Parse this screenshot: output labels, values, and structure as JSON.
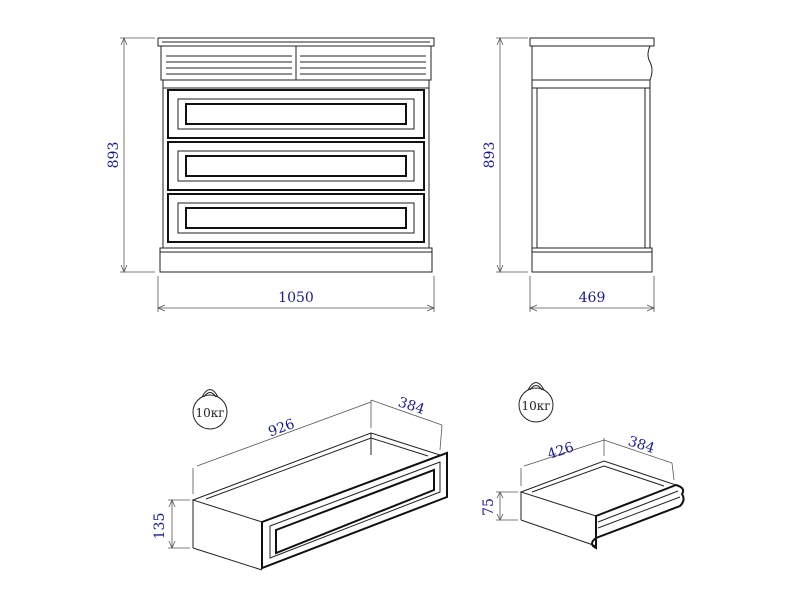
{
  "dimensions": {
    "front_height": "893",
    "front_width": "1050",
    "side_height": "893",
    "side_depth": "469",
    "large_drawer_length": "926",
    "large_drawer_depth": "384",
    "large_drawer_height": "135",
    "small_drawer_length": "426",
    "small_drawer_depth": "384",
    "small_drawer_height": "75"
  },
  "weights": {
    "large_drawer": "10кг",
    "small_drawer": "10кг"
  },
  "colors": {
    "dimension_text": "#1a1a8c",
    "lines": "#222222"
  }
}
